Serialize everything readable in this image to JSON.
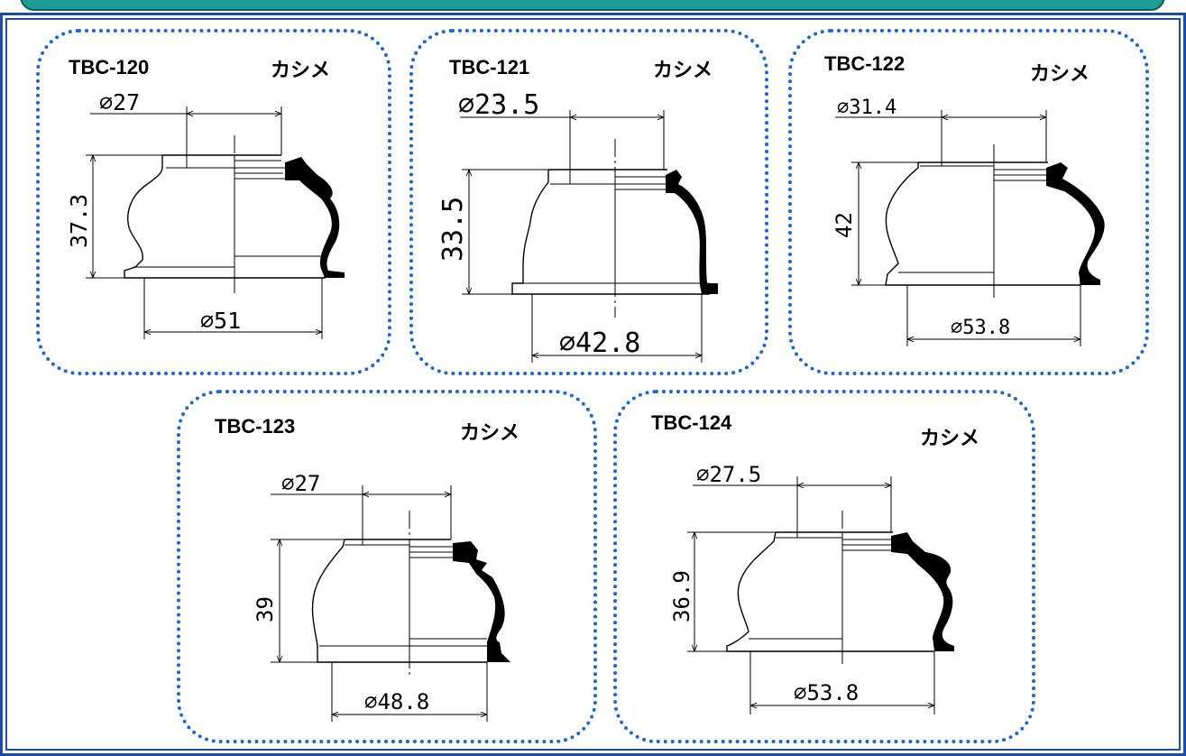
{
  "colors": {
    "frame": "#1a4da3",
    "dotted_border": "#1f66c6",
    "banner": "#1d9c95"
  },
  "crimp_label": "カシメ",
  "parts": [
    {
      "code": "TBC-120",
      "top_diameter": "∅27",
      "height": "37.3",
      "bottom_diameter": "∅51"
    },
    {
      "code": "TBC-121",
      "top_diameter": "∅23.5",
      "height": "33.5",
      "bottom_diameter": "∅42.8"
    },
    {
      "code": "TBC-122",
      "top_diameter": "∅31.4",
      "height": "42",
      "bottom_diameter": "∅53.8"
    },
    {
      "code": "TBC-123",
      "top_diameter": "∅27",
      "height": "39",
      "bottom_diameter": "∅48.8"
    },
    {
      "code": "TBC-124",
      "top_diameter": "∅27.5",
      "height": "36.9",
      "bottom_diameter": "∅53.8"
    }
  ]
}
